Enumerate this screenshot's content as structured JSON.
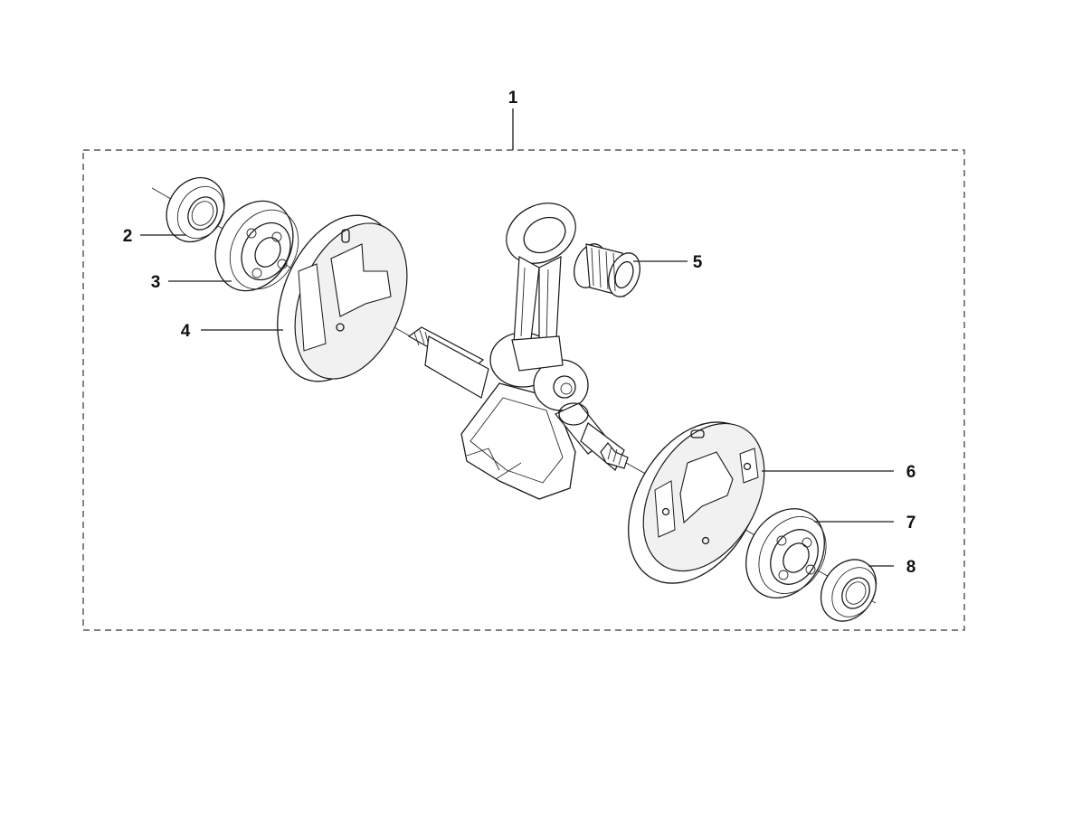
{
  "diagram": {
    "labels": {
      "assembly": "1",
      "oil_seal_left": "2",
      "bearing_left": "3",
      "flywheel_half_left": "4",
      "needle_bearing": "5",
      "flywheel_half_right": "6",
      "bearing_right": "7",
      "oil_seal_right": "8"
    },
    "colors": {
      "line": "#1a1a1a",
      "frame": "#333333",
      "background": "#ffffff"
    }
  }
}
